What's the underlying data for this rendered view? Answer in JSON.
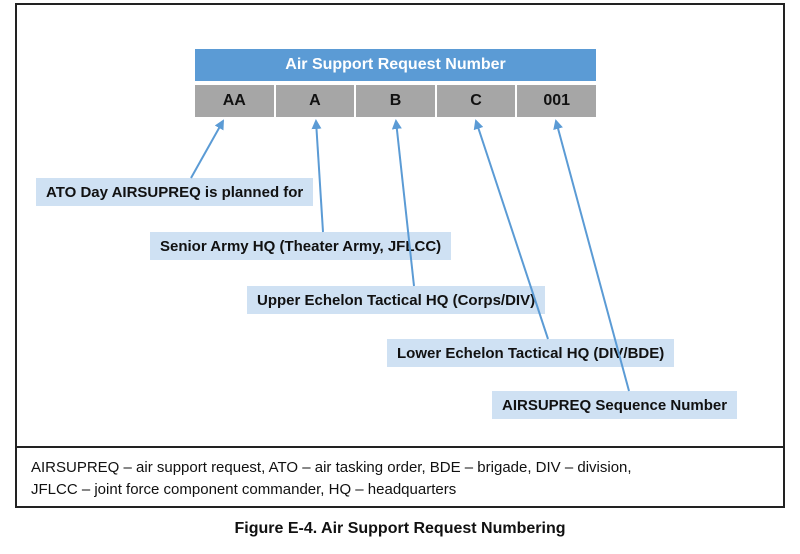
{
  "header_title": "Air Support Request Number",
  "cells": [
    "AA",
    "A",
    "B",
    "C",
    "001"
  ],
  "labels": [
    "ATO Day AIRSUPREQ is planned for",
    "Senior Army HQ (Theater Army, JFLCC)",
    "Upper Echelon Tactical HQ (Corps/DIV)",
    "Lower Echelon Tactical HQ (DIV/BDE)",
    "AIRSUPREQ Sequence Number"
  ],
  "legend": {
    "line1": "AIRSUPREQ – air support request, ATO – air tasking order, BDE – brigade, DIV – division,",
    "line2": "JFLCC – joint force component commander, HQ – headquarters"
  },
  "caption": "Figure E-4. Air Support Request Numbering",
  "colors": {
    "header": "#5b9bd5",
    "cell": "#a6a6a6",
    "label_bg": "#cfe1f3",
    "arrow": "#5b9bd5"
  }
}
